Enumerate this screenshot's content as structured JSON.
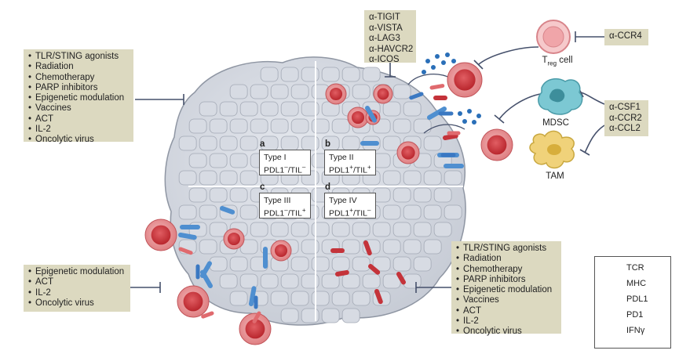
{
  "left_top_box": {
    "items": [
      "TLR/STING agonists",
      "Radiation",
      "Chemotherapy",
      "PARP inhibitors",
      "Epigenetic modulation",
      "Vaccines",
      "ACT",
      "IL-2",
      "Oncolytic virus"
    ]
  },
  "left_bottom_box": {
    "items": [
      "Epigenetic modulation",
      "ACT",
      "IL-2",
      "Oncolytic virus"
    ]
  },
  "right_bottom_box": {
    "items": [
      "TLR/STING agonists",
      "Radiation",
      "Chemotherapy",
      "PARP inhibitors",
      "Epigenetic modulation",
      "Vaccines",
      "ACT",
      "IL-2",
      "Oncolytic virus"
    ]
  },
  "checkpoint_box": {
    "items": [
      "α-TIGIT",
      "α-VISTA",
      "α-LAG3",
      "α-HAVCR2",
      "α-ICOS"
    ]
  },
  "ccr4_box": {
    "text": "α-CCR4"
  },
  "myeloid_box": {
    "items": [
      "α-CSF1",
      "α-CCR2",
      "α-CCL2"
    ]
  },
  "quadrants": [
    {
      "letter": "a",
      "type": "Type I",
      "pdl1": "PDL1",
      "pdl1_sign": "–",
      "til": "TIL",
      "til_sign": "–"
    },
    {
      "letter": "b",
      "type": "Type II",
      "pdl1": "PDL1",
      "pdl1_sign": "+",
      "til": "TIL",
      "til_sign": "+"
    },
    {
      "letter": "c",
      "type": "Type III",
      "pdl1": "PDL1",
      "pdl1_sign": "–",
      "til": "TIL",
      "til_sign": "+"
    },
    {
      "letter": "d",
      "type": "Type IV",
      "pdl1": "PDL1",
      "pdl1_sign": "+",
      "til": "TIL",
      "til_sign": "–"
    }
  ],
  "cells": {
    "treg_main": "T",
    "treg_sub": "reg",
    "treg_suffix": " cell",
    "mdsc": "MDSC",
    "tam": "TAM"
  },
  "legend": {
    "items": [
      {
        "label": "TCR",
        "icon": "tcr-icon",
        "color": "#3a78c2"
      },
      {
        "label": "MHC",
        "icon": "mhc-icon",
        "color": "#4f8fd0"
      },
      {
        "label": "PDL1",
        "icon": "pdl1-icon",
        "color": "#c4333a"
      },
      {
        "label": "PD1",
        "icon": "pd1-icon",
        "color": "#e06a6e"
      },
      {
        "label": "IFNγ",
        "icon": "ifng-icon",
        "color": "#2a6fb8"
      }
    ]
  },
  "colors": {
    "tumor_cell": "#d2d6df",
    "tumor_outline": "#9aa0ad",
    "t_cell": "#e58d8f",
    "t_cell_nucleus": "#cc3f45",
    "treg_cell": "#f6c9cb",
    "mdsc": "#7cc8d3",
    "tam": "#f0d27a",
    "box": "#dcd9c0"
  }
}
